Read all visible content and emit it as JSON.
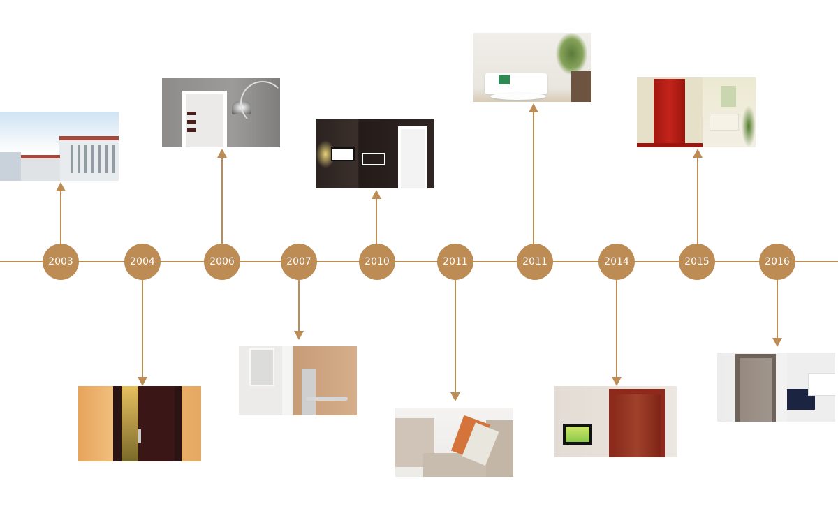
{
  "timeline": {
    "accent_color": "#bd8c55",
    "milestones": [
      {
        "year": "2003",
        "direction": "up",
        "image": "company-buildings-photo"
      },
      {
        "year": "2004",
        "direction": "down",
        "image": "dark-wood-door-photo"
      },
      {
        "year": "2006",
        "direction": "up",
        "image": "white-door-with-arc-lamp-photo"
      },
      {
        "year": "2007",
        "direction": "down",
        "image": "door-handle-and-switch-photo"
      },
      {
        "year": "2010",
        "direction": "up",
        "image": "white-door-dark-wallpaper-photo"
      },
      {
        "year": "2011",
        "direction": "down",
        "image": "sofa-with-pillows-photo"
      },
      {
        "year": "2011",
        "direction": "up",
        "image": "white-sofa-living-room-photo"
      },
      {
        "year": "2014",
        "direction": "down",
        "image": "red-wood-door-photo"
      },
      {
        "year": "2015",
        "direction": "up",
        "image": "carved-red-door-living-room-photo"
      },
      {
        "year": "2016",
        "direction": "down",
        "image": "grey-door-bedroom-photo"
      }
    ]
  }
}
